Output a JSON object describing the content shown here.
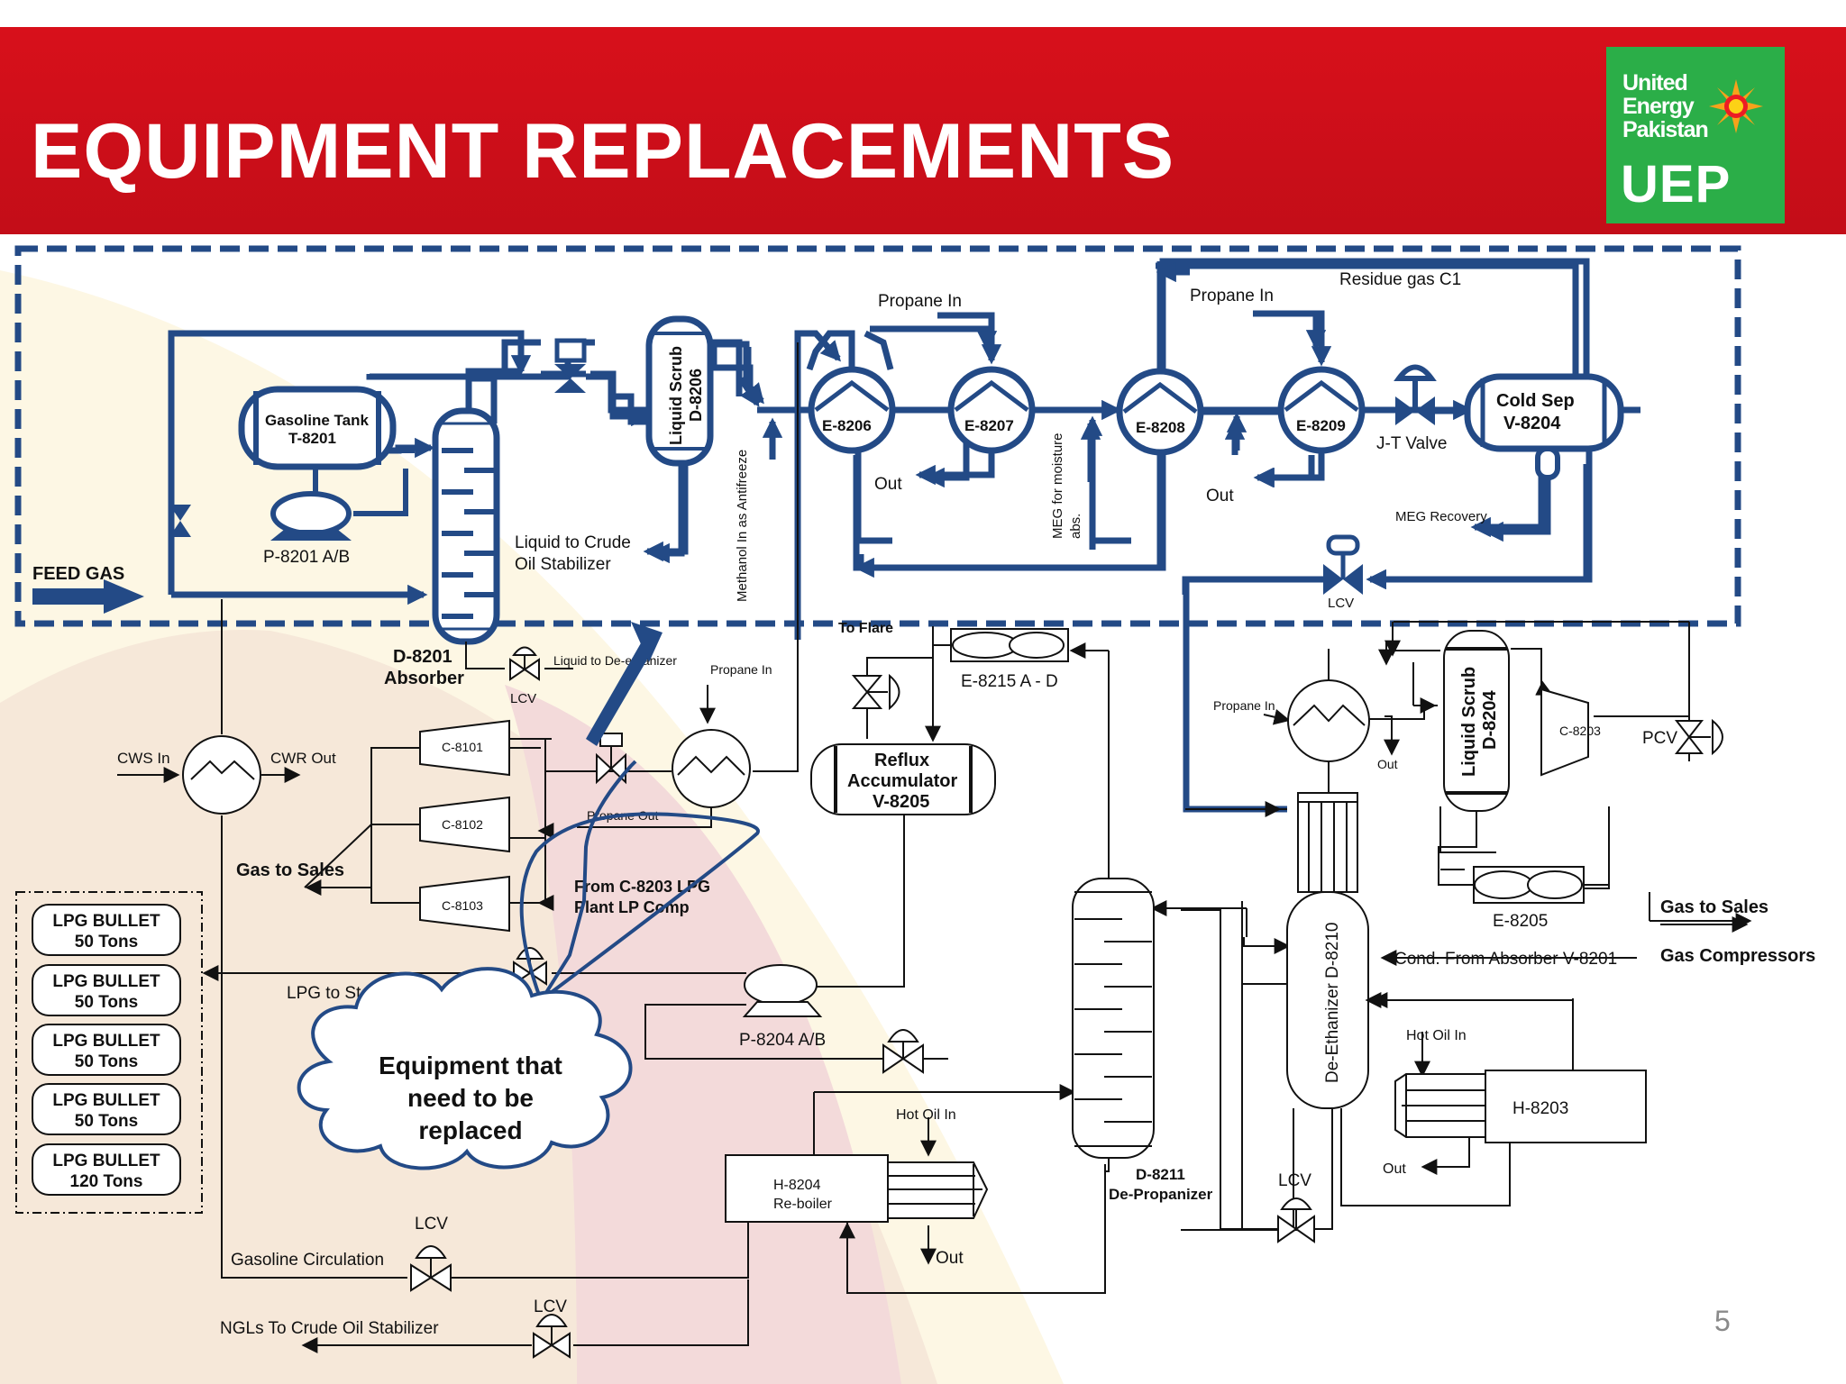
{
  "header": {
    "title": "EQUIPMENT REPLACEMENTS",
    "logo": {
      "line1": "United",
      "line2": "Energy",
      "line3": "Pakistan",
      "abbr": "UEP"
    }
  },
  "colors": {
    "header_red": "#d8101b",
    "logo_green": "#2bae48",
    "pipe_blue": "#234a86",
    "dashed_border": "#234a86"
  },
  "callout": {
    "line1": "Equipment that",
    "line2": "need to be",
    "line3": "replaced"
  },
  "labels": {
    "feed_gas": "FEED GAS",
    "gasoline_tank": "Gasoline Tank",
    "gasoline_tank_tag": "T-8201",
    "pump_8201": "P-8201 A/B",
    "absorber_tag": "D-8201",
    "absorber": "Absorber",
    "liquid_scrub_8206": "Liquid Scrub",
    "liquid_scrub_8206_tag": "D-8206",
    "liquid_to_crude_1": "Liquid to Crude",
    "liquid_to_crude_2": "Oil Stabilizer",
    "methanol": "Methanol In as Antifreeze",
    "propane_in_1": "Propane In",
    "propane_in_2": "Propane In",
    "e8206": "E-8206",
    "e8207": "E-8207",
    "e8208": "E-8208",
    "e8209": "E-8209",
    "out_1": "Out",
    "out_2": "Out",
    "meg_1": "MEG for moisture",
    "meg_2": "abs.",
    "residue_gas": "Residue gas C1",
    "cold_sep": "Cold Sep",
    "cold_sep_tag": "V-8204",
    "jt_valve": "J-T Valve",
    "meg_recovery": "MEG Recovery",
    "lcv_top": "LCV",
    "to_flare": "To Flare",
    "lcv_absorber": "LCV",
    "liquid_to_deethanizer": "Liquid to De-ethanizer",
    "propane_in_c": "Propane In",
    "propane_out": "Propane Out",
    "cws_in": "CWS In",
    "cwr_out": "CWR Out",
    "c8101": "C-8101",
    "c8102": "C-8102",
    "c8103": "C-8103",
    "gas_to_sales_left": "Gas to Sales",
    "from_c8203_1": "From C-8203 LPG",
    "from_c8203_2": "Plant LP Comp",
    "e8215": "E-8215 A - D",
    "reflux_1": "Reflux",
    "reflux_2": "Accumulator",
    "reflux_3": "V-8205",
    "lpg_to_storage": "LPG to Storage",
    "p8204": "P-8204 A/B",
    "hot_oil_in_1": "Hot Oil In",
    "h8204_1": "H-8204",
    "h8204_2": "Re-boiler",
    "out_reboiler": "Out",
    "d8211_1": "D-8211",
    "d8211_2": "De-Propanizer",
    "lcv_gasoline": "LCV",
    "gasoline_circulation": "Gasoline Circulation",
    "lcv_ngl": "LCV",
    "ngls": "NGLs To Crude Oil Stabilizer",
    "propane_in_right": "Propane In",
    "out_right": "Out",
    "liquid_scrub_8204": "Liquid Scrub",
    "liquid_scrub_8204_tag": "D-8204",
    "c8203": "C-8203",
    "pcv": "PCV",
    "e8205": "E-8205",
    "gas_to_sales_right": "Gas to Sales",
    "gas_compressors": "Gas Compressors",
    "cond_from_absorber": "Cond. From Absorber V-8201",
    "deethanizer": "De-Ethanizer D-8210",
    "hot_oil_in_2": "Hot Oil In",
    "h8203": "H-8203",
    "out_h8203": "Out",
    "lcv_deethanizer": "LCV"
  },
  "storage": [
    {
      "name": "LPG BULLET",
      "capacity": "50 Tons"
    },
    {
      "name": "LPG BULLET",
      "capacity": "50 Tons"
    },
    {
      "name": "LPG BULLET",
      "capacity": "50 Tons"
    },
    {
      "name": "LPG BULLET",
      "capacity": "50 Tons"
    },
    {
      "name": "LPG BULLET",
      "capacity": "120 Tons"
    }
  ],
  "footer": {
    "page_number": "5"
  }
}
